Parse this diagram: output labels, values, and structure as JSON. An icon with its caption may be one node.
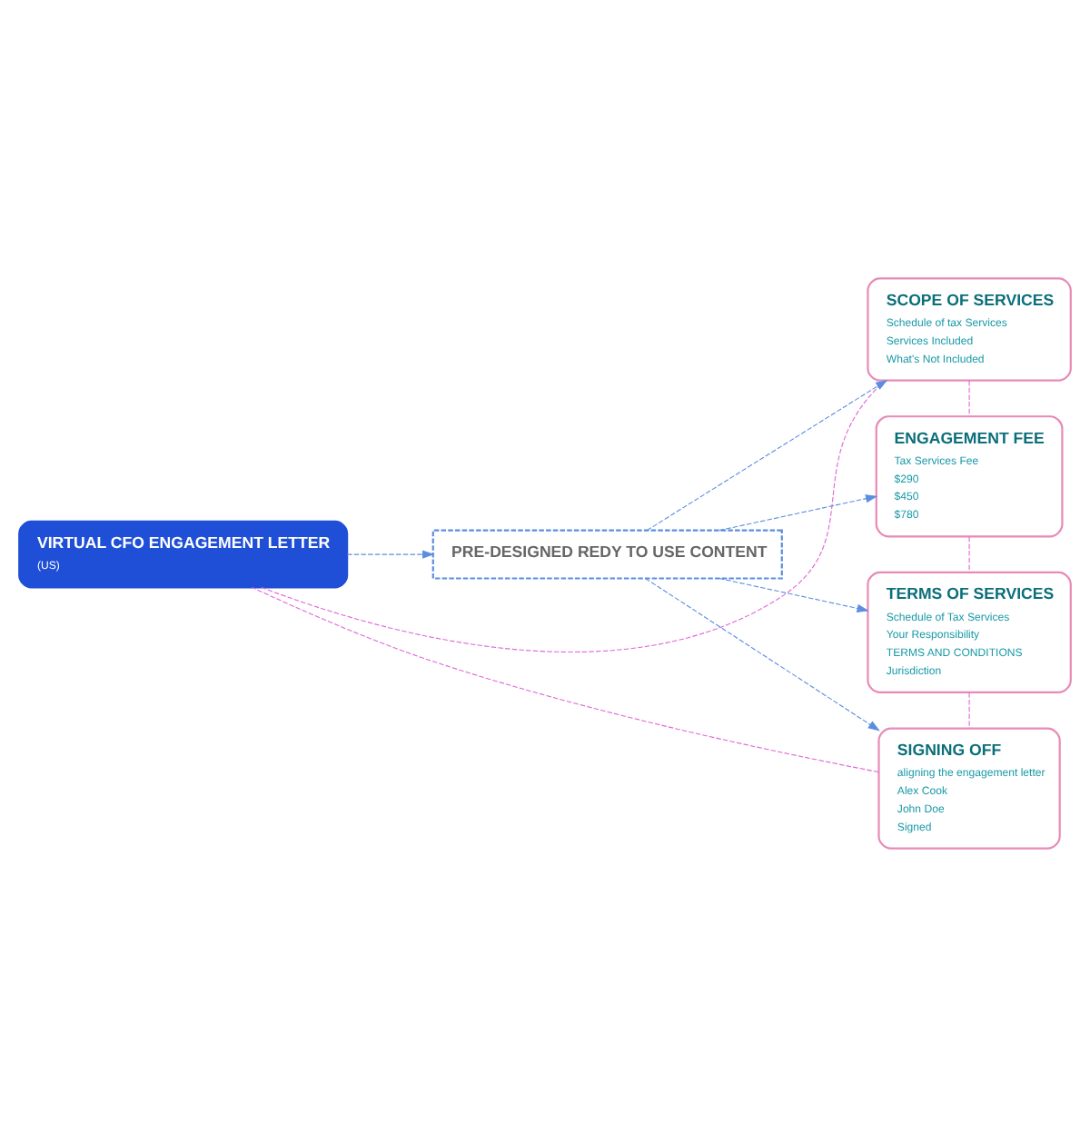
{
  "diagram": {
    "nodes": [
      {
        "text": [
          "VIRTUAL CFO ENGAGEMENT LETTER",
          "(US)"
        ]
      },
      {
        "text": [
          "PRE-DESIGNED REDY TO USE CONTENT"
        ]
      },
      {
        "text": [
          "SCOPE OF SERVICES",
          "Schedule of tax Services",
          "Services Included",
          "What's Not Included"
        ]
      },
      {
        "text": [
          "ENGAGEMENT FEE",
          "Tax Services Fee",
          "$290",
          "$450",
          "$780"
        ]
      },
      {
        "text": [
          "TERMS OF SERVICES",
          "Schedule of Tax Services",
          "Your Responsibility",
          "TERMS AND CONDITIONS",
          "Jurisdiction"
        ]
      },
      {
        "text": [
          "SIGNING OFF",
          "aligning the engagement letter",
          "Alex Cook",
          "John Doe",
          "Signed"
        ]
      }
    ],
    "edges": [
      {
        "from": 0,
        "to": 1,
        "arrow": "to",
        "style": "dashed"
      },
      {
        "from": 1,
        "to": 2,
        "arrow": "to",
        "style": "dashed"
      },
      {
        "from": 1,
        "to": 3,
        "arrow": "to",
        "style": "dashed"
      },
      {
        "from": 1,
        "to": 4,
        "arrow": "to",
        "style": "dashed"
      },
      {
        "from": 1,
        "to": 5,
        "arrow": "to",
        "style": "dashed"
      },
      {
        "from": 0,
        "to": 2,
        "arrow": "none",
        "style": "dashed",
        "color": "#e066d8"
      },
      {
        "from": 2,
        "to": 3,
        "arrow": "none",
        "style": "dashed",
        "color": "#e066d8"
      },
      {
        "from": 3,
        "to": 4,
        "arrow": "none",
        "style": "dashed",
        "color": "#e066d8"
      },
      {
        "from": 4,
        "to": 5,
        "arrow": "none",
        "style": "dashed",
        "color": "#e066d8"
      },
      {
        "from": 5,
        "to": 0,
        "arrow": "none",
        "style": "dashed",
        "color": "#e066d8"
      }
    ]
  }
}
